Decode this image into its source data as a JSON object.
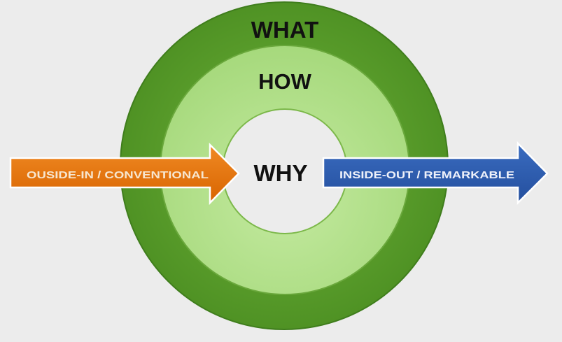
{
  "circles": {
    "outer_label": "WHAT",
    "middle_label": "HOW",
    "inner_label": "WHY"
  },
  "arrows": {
    "left_label": "OUSIDE-IN / CONVENTIONAL",
    "right_label": "INSIDE-OUT / REMARKABLE"
  },
  "colors": {
    "outer": "#5a9e2a",
    "middle": "#b4e08e",
    "inner": "#ececec",
    "left_arrow": "#e8720c",
    "right_arrow": "#2f5db0"
  }
}
